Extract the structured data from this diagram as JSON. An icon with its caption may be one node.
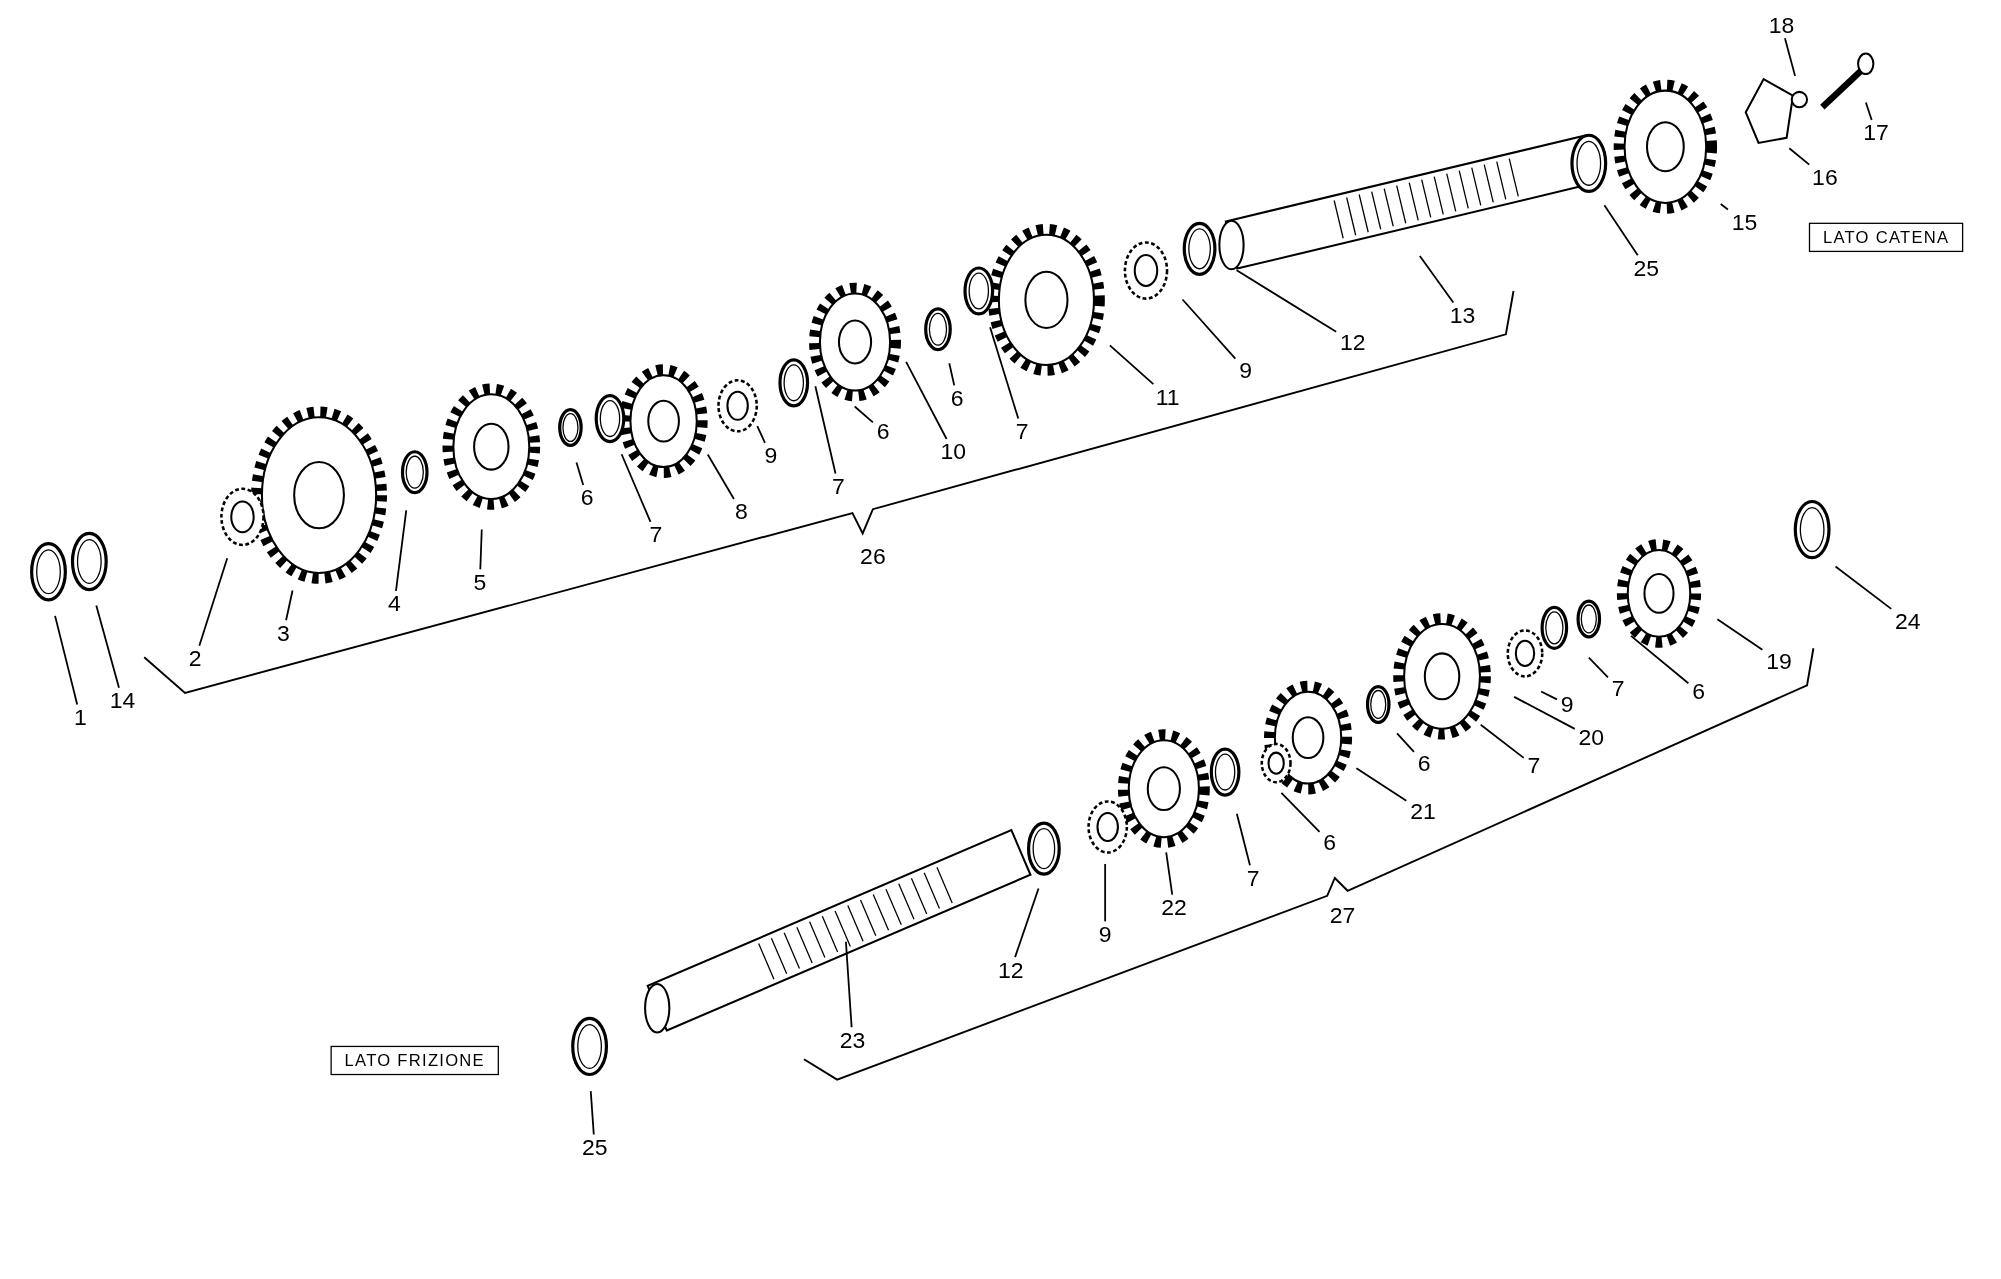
{
  "diagram": {
    "nodes": [
      {
        "text": [
          "1"
        ]
      },
      {
        "text": [
          "14"
        ]
      },
      {
        "text": [
          "2"
        ]
      },
      {
        "text": [
          "3"
        ]
      },
      {
        "text": [
          "4"
        ]
      },
      {
        "text": [
          "5"
        ]
      },
      {
        "text": [
          "6"
        ]
      },
      {
        "text": [
          "7"
        ]
      },
      {
        "text": [
          "8"
        ]
      },
      {
        "text": [
          "9"
        ]
      },
      {
        "text": [
          "7"
        ]
      },
      {
        "text": [
          "6"
        ]
      },
      {
        "text": [
          "10"
        ]
      },
      {
        "text": [
          "6"
        ]
      },
      {
        "text": [
          "7"
        ]
      },
      {
        "text": [
          "11"
        ]
      },
      {
        "text": [
          "9"
        ]
      },
      {
        "text": [
          "12"
        ]
      },
      {
        "text": [
          "13"
        ]
      },
      {
        "text": [
          "25"
        ]
      },
      {
        "text": [
          "15"
        ]
      },
      {
        "text": [
          "16"
        ]
      },
      {
        "text": [
          "18"
        ]
      },
      {
        "text": [
          "17"
        ]
      },
      {
        "text": [
          "LATO CATENA"
        ]
      },
      {
        "text": [
          "24"
        ]
      },
      {
        "text": [
          "19"
        ]
      },
      {
        "text": [
          "6"
        ]
      },
      {
        "text": [
          "7"
        ]
      },
      {
        "text": [
          "9"
        ]
      },
      {
        "text": [
          "20"
        ]
      },
      {
        "text": [
          "7"
        ]
      },
      {
        "text": [
          "6"
        ]
      },
      {
        "text": [
          "21"
        ]
      },
      {
        "text": [
          "6"
        ]
      },
      {
        "text": [
          "7"
        ]
      },
      {
        "text": [
          "22"
        ]
      },
      {
        "text": [
          "9"
        ]
      },
      {
        "text": [
          "12"
        ]
      },
      {
        "text": [
          "23"
        ]
      },
      {
        "text": [
          "LATO FRIZIONE"
        ]
      },
      {
        "text": [
          "25"
        ]
      }
    ],
    "edges": [
      {
        "from": 0,
        "to": null,
        "arrow": "none"
      },
      {
        "from": 1,
        "to": null,
        "arrow": "none"
      },
      {
        "from": 2,
        "to": null,
        "arrow": "none"
      },
      {
        "from": 3,
        "to": null,
        "arrow": "none"
      },
      {
        "from": 4,
        "to": null,
        "arrow": "none"
      },
      {
        "from": 5,
        "to": null,
        "arrow": "none"
      },
      {
        "from": 6,
        "to": null,
        "arrow": "none"
      },
      {
        "from": 7,
        "to": null,
        "arrow": "none"
      },
      {
        "from": 8,
        "to": null,
        "arrow": "none"
      },
      {
        "from": 9,
        "to": null,
        "arrow": "none"
      },
      {
        "from": 10,
        "to": null,
        "arrow": "none"
      },
      {
        "from": 11,
        "to": null,
        "arrow": "none"
      },
      {
        "from": 12,
        "to": null,
        "arrow": "none"
      },
      {
        "from": 13,
        "to": null,
        "arrow": "none"
      },
      {
        "from": 14,
        "to": null,
        "arrow": "none"
      },
      {
        "from": 15,
        "to": null,
        "arrow": "none"
      },
      {
        "from": 16,
        "to": null,
        "arrow": "none"
      },
      {
        "from": 17,
        "to": null,
        "arrow": "none"
      },
      {
        "from": 18,
        "to": null,
        "arrow": "none"
      },
      {
        "from": 19,
        "to": null,
        "arrow": "none"
      },
      {
        "from": 20,
        "to": null,
        "arrow": "none"
      },
      {
        "from": 21,
        "to": null,
        "arrow": "none"
      },
      {
        "from": 22,
        "to": null,
        "arrow": "none"
      },
      {
        "from": 23,
        "to": null,
        "arrow": "none"
      },
      {
        "from": 25,
        "to": null,
        "arrow": "none"
      },
      {
        "from": 26,
        "to": null,
        "arrow": "none"
      },
      {
        "from": 27,
        "to": null,
        "arrow": "none"
      },
      {
        "from": 28,
        "to": null,
        "arrow": "none"
      },
      {
        "from": 29,
        "to": null,
        "arrow": "none"
      },
      {
        "from": 30,
        "to": null,
        "arrow": "none"
      },
      {
        "from": 31,
        "to": null,
        "arrow": "none"
      },
      {
        "from": 32,
        "to": null,
        "arrow": "none"
      },
      {
        "from": 33,
        "to": null,
        "arrow": "none"
      },
      {
        "from": 34,
        "to": null,
        "arrow": "none"
      },
      {
        "from": 35,
        "to": null,
        "arrow": "none"
      },
      {
        "from": 36,
        "to": null,
        "arrow": "none"
      },
      {
        "from": 37,
        "to": null,
        "arrow": "none"
      },
      {
        "from": 38,
        "to": null,
        "arrow": "none"
      },
      {
        "from": 39,
        "to": null,
        "arrow": "none"
      },
      {
        "from": 41,
        "to": null,
        "arrow": "none"
      }
    ],
    "labels": [
      "26",
      "27"
    ]
  }
}
